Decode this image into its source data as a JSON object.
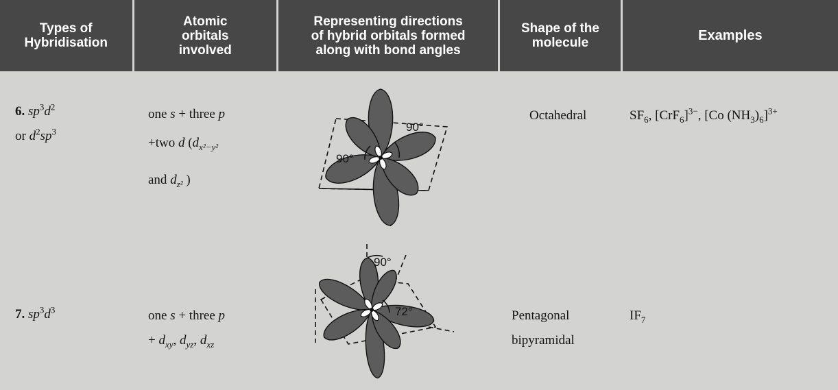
{
  "table": {
    "headers": [
      "Types of\nHybridisation",
      "Atomic\norbitals\ninvolved",
      "Representing directions\nof hybrid orbitals formed\nalong with bond angles",
      "Shape of the\nmolecule",
      "Examples"
    ],
    "rows": [
      {
        "number": "6.",
        "hybrid_main_base": "sp",
        "hybrid_main_sup1": "3",
        "hybrid_main_d": "d",
        "hybrid_main_sup2": "2",
        "hybrid_alt_prefix": "or ",
        "hybrid_alt_d": "d",
        "hybrid_alt_sup1": "2",
        "hybrid_alt_sp": "sp",
        "hybrid_alt_sup2": "3",
        "orbitals_line1_a": "one ",
        "orbitals_line1_s": "s",
        "orbitals_line1_b": " + three ",
        "orbitals_line1_p": "p",
        "orbitals_line2_a": "+two ",
        "orbitals_line2_d": "d",
        "orbitals_line2_paren": " (",
        "orbitals_line2_d2": "d",
        "orbitals_line2_sub": "x²−y²",
        "orbitals_line3_a": "and ",
        "orbitals_line3_d": "d",
        "orbitals_line3_sub": "z²",
        "orbitals_line3_close": " )",
        "angle_label_1": "90°",
        "angle_label_2": "90°",
        "shape": "Octahedral",
        "ex1_base": "SF",
        "ex1_sub": "6",
        "ex2_open": ", [CrF",
        "ex2_sub": "6",
        "ex2_close": "]",
        "ex2_sup": "3−",
        "ex3_open": ", [Co (NH",
        "ex3_sub": "3",
        "ex3_close": ")",
        "ex3_sub2": "6",
        "ex3_end": "]",
        "ex3_sup": "3+"
      },
      {
        "number": "7.",
        "hybrid_main_base": "sp",
        "hybrid_main_sup1": "3",
        "hybrid_main_d": "d",
        "hybrid_main_sup2": "3",
        "orbitals_line1_a": "one ",
        "orbitals_line1_s": "s",
        "orbitals_line1_b": " + three ",
        "orbitals_line1_p": "p",
        "orbitals_line2_a": "+ ",
        "orbitals_line2_d1": "d",
        "orbitals_line2_sub1": "xy",
        "orbitals_line2_sep1": ", ",
        "orbitals_line2_d2": "d",
        "orbitals_line2_sub2": "yz",
        "orbitals_line2_sep2": ", ",
        "orbitals_line2_d3": "d",
        "orbitals_line2_sub3": "xz",
        "angle_label_1": "90°",
        "angle_label_2": "72°",
        "shape_line1": "Pentagonal",
        "shape_line2": "bipyramidal",
        "ex1_base": "IF",
        "ex1_sub": "7"
      }
    ]
  }
}
